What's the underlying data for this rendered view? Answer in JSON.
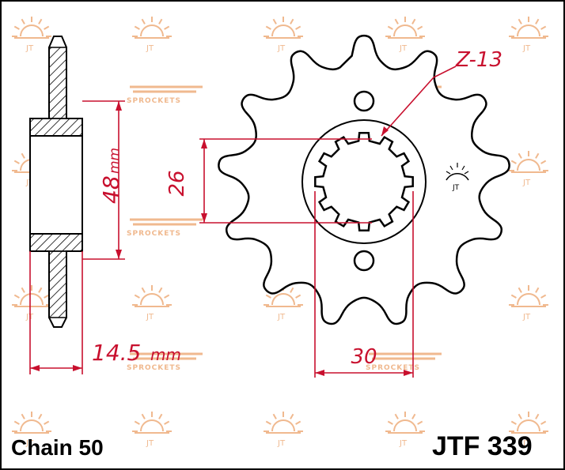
{
  "diagram": {
    "tooth_count_label": "Z-13",
    "dim_hub_diameter": "26",
    "dim_outer_width": "30",
    "dim_side_height": "48",
    "dim_side_height_unit": "mm",
    "dim_thickness": "14.5",
    "dim_thickness_unit": "mm"
  },
  "footer": {
    "chain_label": "Chain 50",
    "part_number": "JTF 339"
  },
  "watermark": {
    "brand_text": "SPROCKETS",
    "logo_char": "JT"
  },
  "colors": {
    "dimension": "#c8102e",
    "outline": "#000000",
    "watermark": "#f0b98f"
  }
}
